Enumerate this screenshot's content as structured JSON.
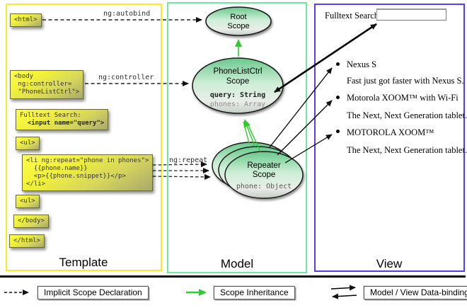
{
  "columns": {
    "template": {
      "label": "Template"
    },
    "model": {
      "label": "Model"
    },
    "view": {
      "label": "View"
    }
  },
  "template": {
    "directive_labels": {
      "autobind": "ng:autobind",
      "controller": "ng:controller",
      "repeat": "ng:repeat"
    },
    "boxes": {
      "html_open": "<html>",
      "body_open": [
        "<body",
        " ng:controller=",
        " \"PhoneListCtrl\">"
      ],
      "fulltext_line1": "Fulltext Search:",
      "fulltext_line2": "  <input name=\"query\">",
      "ul_open": "<ul>",
      "li": [
        "<li ng:repeat=\"phone in phones\">",
        "  {{phone.name}}",
        "  <p>{{phone.snippet}}</p>",
        "</li>"
      ],
      "ul_close": "<ul>",
      "body_close": "</body>",
      "html_close": "</html>"
    }
  },
  "model": {
    "root_scope": {
      "line1": "Root",
      "line2": "Scope"
    },
    "phonelist_scope": {
      "line1": "PhoneListCtrl",
      "line2": "Scope",
      "prop1": "query: String",
      "prop2": "phones: Array"
    },
    "repeater_scope": {
      "line1": "Repeater",
      "line2": "Scope",
      "prop1": "phone: Object"
    }
  },
  "view": {
    "search_label": "Fulltext Search:",
    "search_value": "",
    "items": [
      {
        "title": "Nexus S",
        "desc": "Fast just got faster with Nexus S."
      },
      {
        "title": "Motorola XOOM™ with Wi-Fi",
        "desc": "The Next, Next Generation tablet."
      },
      {
        "title": "MOTOROLA XOOM™",
        "desc": "The Next, Next Generation tablet."
      }
    ]
  },
  "legend": {
    "implicit": "Implicit Scope Declaration",
    "inheritance": "Scope Inheritance",
    "databinding": "Model / View Data-binding"
  },
  "colors": {
    "template_border": "#f2ee28",
    "model_border": "#6fe8a0",
    "view_border": "#5b3bf0",
    "code_box_yellow": "#f2f238",
    "scope_green": "#69c98c",
    "inheritance_green": "#2ecc2e"
  }
}
